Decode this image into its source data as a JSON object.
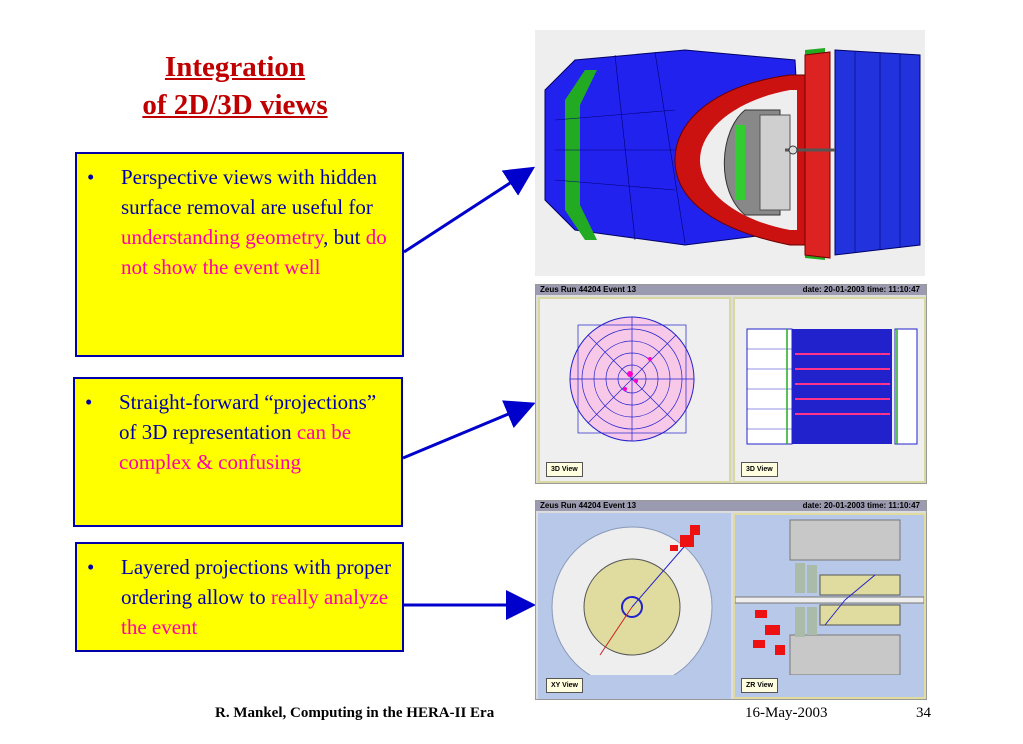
{
  "title": {
    "line1": "Integration",
    "line2": "of 2D/3D views"
  },
  "bullets": [
    {
      "marker": "•",
      "plain1": "Perspective views with hidden surface removal are useful for ",
      "pink1": "understanding geometry",
      "plain2": ", but ",
      "pink2": "do not show the event well"
    },
    {
      "marker": "•",
      "plain1": "Straight-forward “projections” of 3D representation ",
      "pink1": "can be complex & confusing"
    },
    {
      "marker": "•",
      "plain1": "Layered projections with proper ordering allow to ",
      "pink1": "really analyze the event"
    }
  ],
  "panels": [
    {
      "run": "Zeus Run 44204 Event 13",
      "date": "date:   20-01-2003   time: 11:10:47",
      "left_button": "3D View",
      "right_button": "3D View"
    },
    {
      "run": "Zeus Run 44204 Event 13",
      "date": "date:   20-01-2003   time: 11:10:47",
      "left_button": "XY View",
      "right_button": "ZR View"
    }
  ],
  "footer": {
    "author": "R. Mankel, Computing in the HERA-II Era",
    "date": "16-May-2003",
    "page": "34"
  },
  "colors": {
    "title": "#c00000",
    "box_fill": "#ffff00",
    "box_border": "#0000aa",
    "pink": "#ff00aa"
  }
}
